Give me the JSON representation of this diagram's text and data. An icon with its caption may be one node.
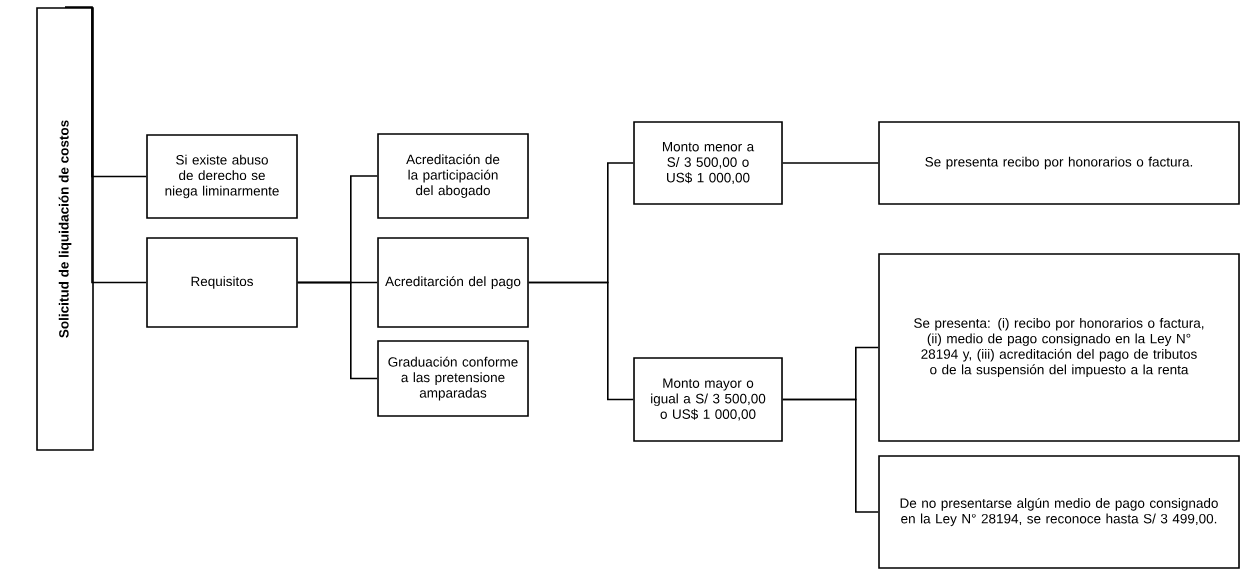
{
  "diagram": {
    "nodes": [
      {
        "text": [
          "Solicitud de liquidación de costos"
        ]
      },
      {
        "text": [
          "Si existe abuso de derecho se niega liminarmente"
        ]
      },
      {
        "text": [
          "Requisitos"
        ]
      },
      {
        "text": [
          "Acreditación de la participación del abogado"
        ]
      },
      {
        "text": [
          "Acreditarción del pago"
        ]
      },
      {
        "text": [
          "Graduación conforme a las pretensione amparadas"
        ]
      },
      {
        "text": [
          "Monto menor a S/ 3 500,00 o US$ 1 000,00"
        ]
      },
      {
        "text": [
          "Monto mayor o igual a S/ 3 500,00 o US$ 1 000,00"
        ]
      },
      {
        "text": [
          "Se presenta recibo por honorarios o factura."
        ]
      },
      {
        "text": [
          "Se presenta: (i) recibo por honorarios o factura, (ii) medio de pago consignado en la Ley N° 28194 y, (iii) acreditación del pago de tributos o de la suspensión del impuesto a la renta"
        ]
      },
      {
        "text": [
          "De no presentarse algún medio de pago consignado en la Ley N° 28194, se reconoce hasta S/ 3 499,00."
        ]
      }
    ],
    "edges": [
      {
        "from": 0,
        "to": 1,
        "arrow": "none"
      },
      {
        "from": 0,
        "to": 2,
        "arrow": "none"
      },
      {
        "from": 2,
        "to": 3,
        "arrow": "none"
      },
      {
        "from": 2,
        "to": 4,
        "arrow": "none"
      },
      {
        "from": 2,
        "to": 5,
        "arrow": "none"
      },
      {
        "from": 4,
        "to": 6,
        "arrow": "none"
      },
      {
        "from": 4,
        "to": 7,
        "arrow": "none"
      },
      {
        "from": 6,
        "to": 8,
        "arrow": "none"
      },
      {
        "from": 7,
        "to": 9,
        "arrow": "none"
      },
      {
        "from": 7,
        "to": 10,
        "arrow": "none"
      }
    ]
  }
}
